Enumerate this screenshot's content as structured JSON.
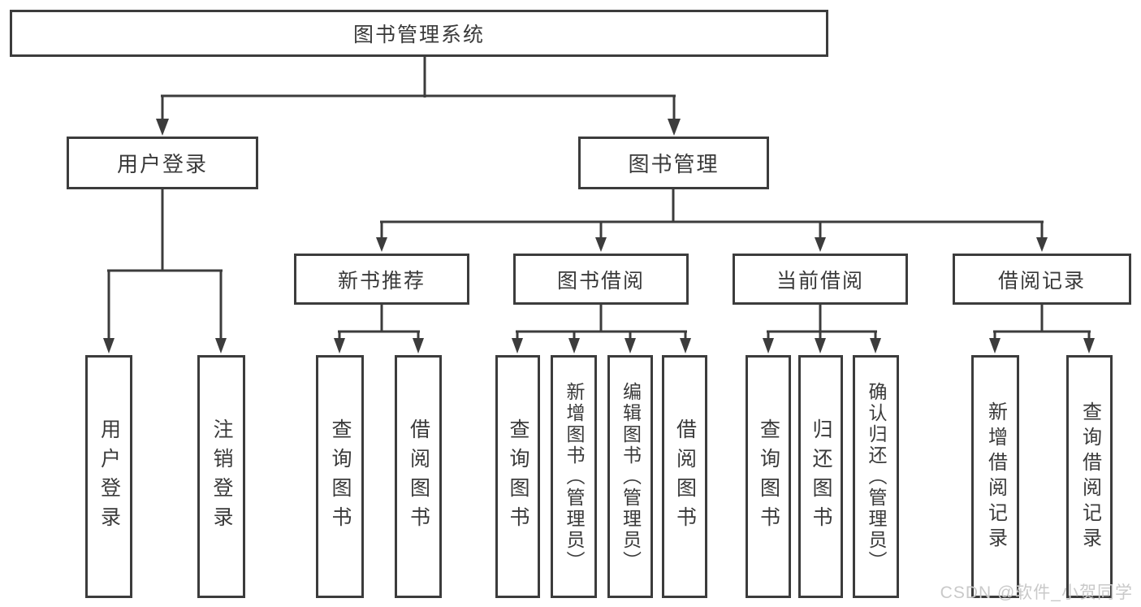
{
  "title": "图书管理系统",
  "watermark": "CSDN @软件_小贺同学",
  "colors": {
    "line": "#3c3c3c",
    "text": "#3a3a3a",
    "background": "#ffffff",
    "watermark": "#c9c9c9"
  },
  "nodes": {
    "root": "图书管理系统",
    "user_login": "用户登录",
    "book_management": "图书管理",
    "new_book_rec": "新书推荐",
    "book_borrow": "图书借阅",
    "current_borrow": "当前借阅",
    "borrow_record": "借阅记录"
  },
  "leaves": {
    "user_login": [
      "用户登录",
      "注销登录"
    ],
    "new_book_rec": [
      "查询图书",
      "借阅图书"
    ],
    "book_borrow": [
      "查询图书",
      "新增图书（管理员）",
      "编辑图书（管理员）",
      "借阅图书"
    ],
    "current_borrow": [
      "查询图书",
      "归还图书",
      "确认归还（管理员）"
    ],
    "borrow_record": [
      "新增借阅记录",
      "查询借阅记录"
    ]
  }
}
